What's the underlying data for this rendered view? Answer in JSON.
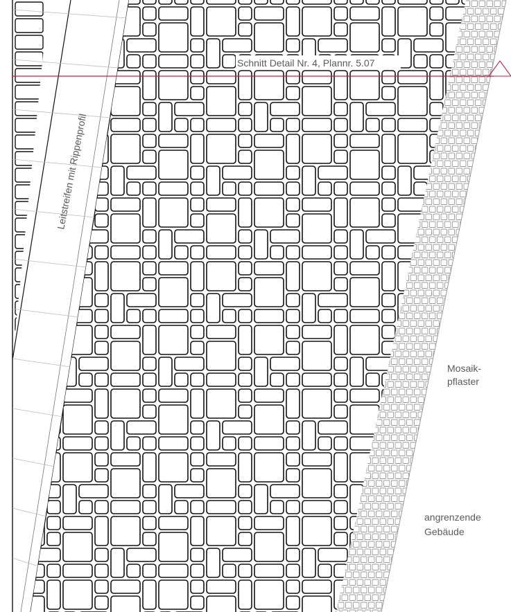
{
  "drawing": {
    "section_marker_label": "Schnitt Detail Nr. 4, Plannr. 5.07",
    "guide_strip_label": "Leitstreifen mit Rippenprofil",
    "mosaic_label_line1": "Mosaik-",
    "mosaic_label_line2": "pflaster",
    "building_label_line1": "angrenzende",
    "building_label_line2": "Gebäude",
    "colors": {
      "paving_outline": "#111111",
      "mosaic_outline": "#9a9a9a",
      "section_line": "#b0294a",
      "background": "#ffffff",
      "label_text": "#5a5a5a"
    }
  }
}
